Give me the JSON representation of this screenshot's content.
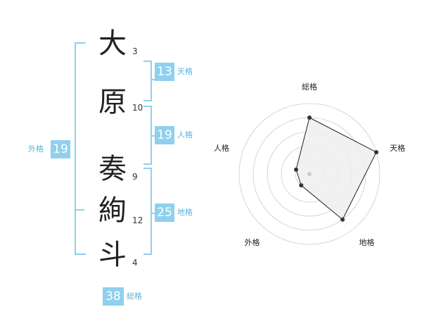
{
  "name": {
    "chars": [
      {
        "char": "大",
        "strokes": "3"
      },
      {
        "char": "原",
        "strokes": "10"
      },
      {
        "char": "奏",
        "strokes": "9"
      },
      {
        "char": "絢",
        "strokes": "12"
      },
      {
        "char": "斗",
        "strokes": "4"
      }
    ]
  },
  "kaku": {
    "tenkaku": {
      "value": "13",
      "label": "天格"
    },
    "jinkaku": {
      "value": "19",
      "label": "人格"
    },
    "chikaku": {
      "value": "25",
      "label": "地格"
    },
    "gaikaku": {
      "value": "19",
      "label": "外格"
    },
    "soukaku": {
      "value": "38",
      "label": "総格"
    }
  },
  "chart_data": {
    "type": "radar",
    "axes": [
      "総格",
      "天格",
      "地格",
      "外格",
      "人格"
    ],
    "values": [
      4,
      5,
      4,
      1,
      1
    ],
    "max": 5,
    "rings": 5,
    "colors": {
      "line": "#222222",
      "fill": "#eeeeee",
      "ring": "#cccccc",
      "point": "#333333"
    }
  },
  "colors": {
    "accent": "#8fd0ee",
    "label": "#5bb3de"
  }
}
